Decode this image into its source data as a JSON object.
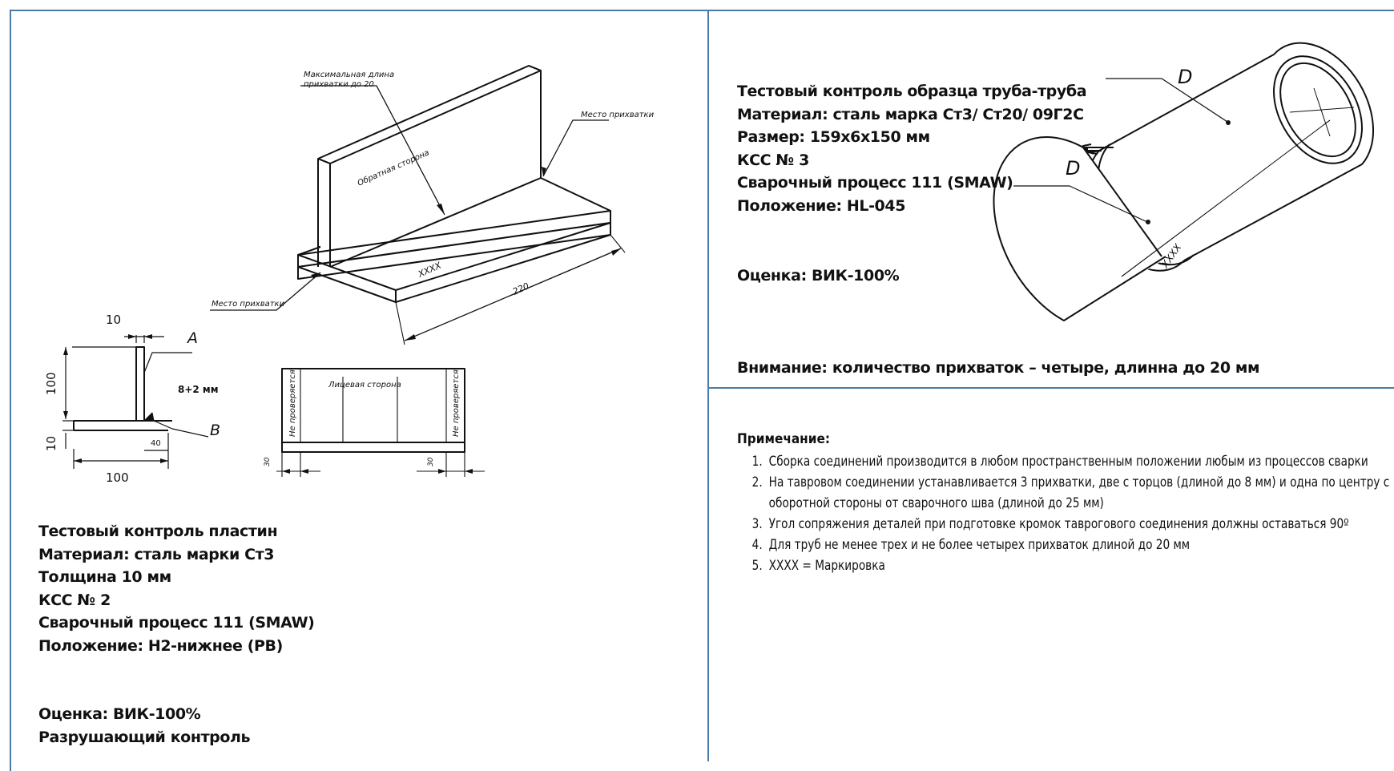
{
  "plate_info": {
    "lines": [
      "Тестовый контроль пластин",
      "Материал: сталь марки Ст3",
      "Толщина 10 мм",
      "КСС № 2",
      "Сварочный процесс 111 (SMAW)",
      "Положение: Н2-нижнее (PB)"
    ],
    "grade_lines": [
      "Оценка: ВИК-100%",
      "Разрушающий контроль"
    ]
  },
  "pipe_info": {
    "lines": [
      "Тестовый контроль образца труба-труба",
      "Материал: сталь марка Ст3/ Ст20/ 09Г2С",
      "Размер: 159х6х150 мм",
      "КСС № 3",
      "Сварочный процесс 111 (SMAW)",
      "Положение: HL-045"
    ],
    "grade": "Оценка: ВИК-100%",
    "warning": "Внимание: количество прихваток – четыре, длинна до 20 мм"
  },
  "notes": {
    "title": "Примечание:",
    "items": [
      "Сборка соединений производится в любом пространственным положении любым из процессов сварки",
      "На тавровом соединении устанавливается 3 прихватки, две с торцов (длиной до 8 мм) и одна по центру с оборотной стороны от сварочного шва (длиной до 25 мм)",
      "Угол сопряжения деталей при подготовке кромок таврогового соединения должны оставаться 90º",
      "Для труб не менее трех и не более четырех прихваток длиной до 20 мм",
      "ХХХХ = Маркировка"
    ]
  },
  "iso_drawing": {
    "max_tack_label_1": "Максимальная длина",
    "max_tack_label_2": "прихватки до 20",
    "tack_place_right": "Место прихватки",
    "tack_place_left": "Место прихватки",
    "back_side": "Обратная сторона",
    "marking": "XXXX",
    "length": "220"
  },
  "section_drawing": {
    "dim_top": "10",
    "dim_height": "100",
    "dim_bottom_thick": "10",
    "dim_width": "100",
    "dim_offset": "40",
    "label_a": "A",
    "label_b": "B",
    "weld_size": "8+2 мм"
  },
  "front_view": {
    "face_side": "Лицевая сторона",
    "no_eval_left": "Не проверяется",
    "no_eval_right": "Не проверяется",
    "dim_left": "30",
    "dim_right": "30"
  },
  "pipe_drawing": {
    "label_d1": "D",
    "label_d2": "D",
    "marking": "XXXX"
  },
  "colors": {
    "frame": "#4a7aa8",
    "ink": "#111111"
  }
}
